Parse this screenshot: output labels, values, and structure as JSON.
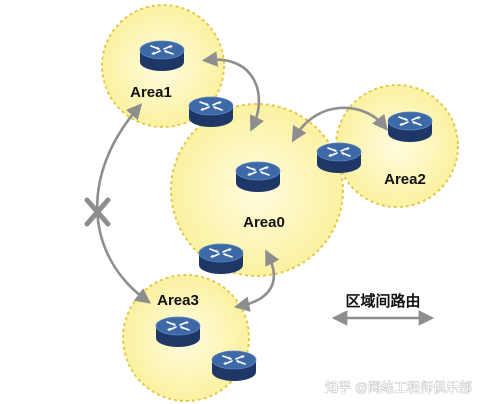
{
  "areas": [
    {
      "id": "area1",
      "label": "Area1"
    },
    {
      "id": "area0",
      "label": "Area0"
    },
    {
      "id": "area2",
      "label": "Area2"
    },
    {
      "id": "area3",
      "label": "Area3"
    }
  ],
  "legend": {
    "label": "区域间路由"
  },
  "watermark": "知乎 @网络工程师俱乐部",
  "colors": {
    "area_fill": "#fdf7b6",
    "area_border": "#e5c84a",
    "router_body": "#213a6b",
    "router_top": "#3c6ca8",
    "arrow": "#8e8e8e"
  },
  "icons": {
    "router": "router-icon",
    "blocked": "x-mark-icon"
  }
}
